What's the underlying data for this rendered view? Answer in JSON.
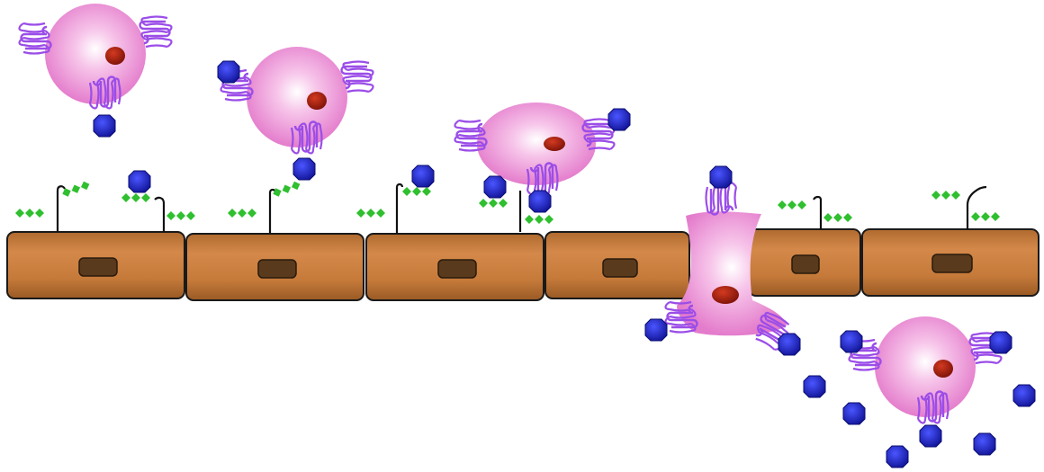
{
  "colors": {
    "background": "#ffffff",
    "endothelium": "#c97f3e",
    "endothelium_edge": "#1a1a1a",
    "endothelium_nucleus": "#5a3a1c",
    "leukocyte": "#e98fd0",
    "leukocyte_nucleus": "#a61d12",
    "receptor": "#9b4de8",
    "chemokine": "#1c1fc2",
    "glycan": "#2fbf2f",
    "stalk": "#111111"
  },
  "icons": {
    "leukocyte": "leukocyte-cell-icon",
    "chemokine": "chemokine-molecule-icon",
    "receptor": "chemokine-receptor-icon",
    "glycan": "glycosaminoglycan-chain-icon",
    "endothelial_cell": "endothelial-cell-icon"
  },
  "elements": {
    "endothelial_cells": 6,
    "leukocytes": 5,
    "free_chemokines": 7
  }
}
